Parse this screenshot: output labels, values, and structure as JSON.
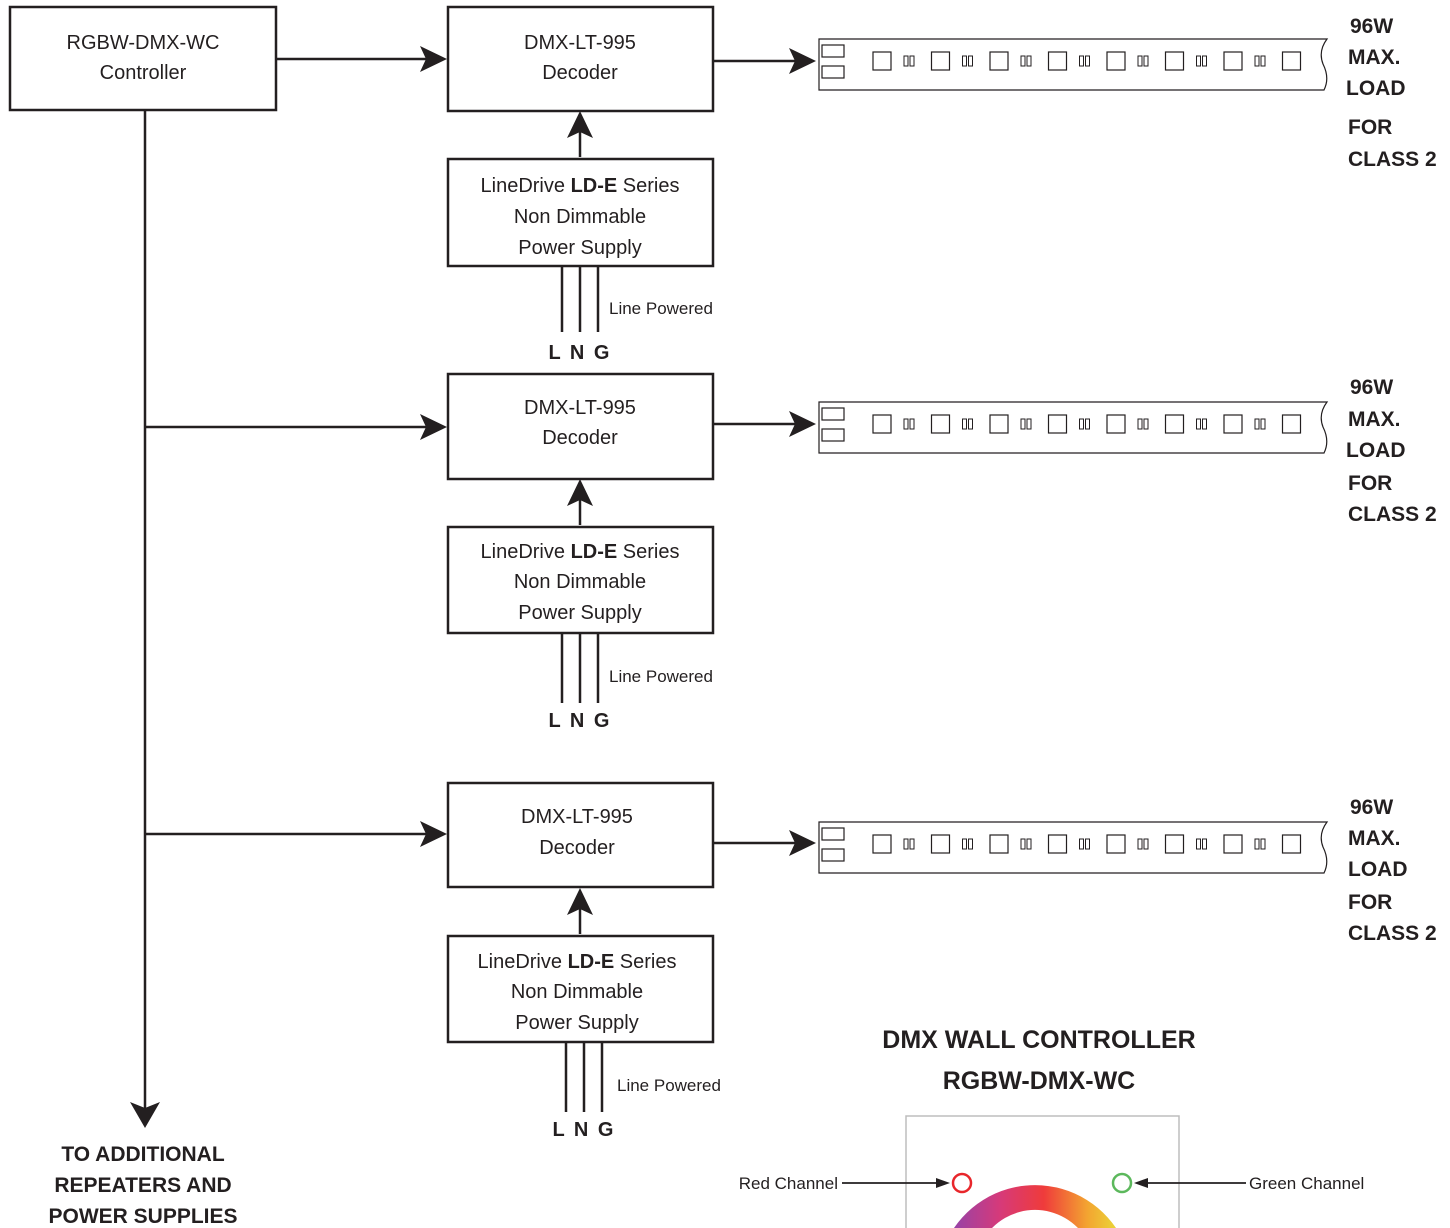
{
  "controller": {
    "line1": "RGBW-DMX-WC",
    "line2": "Controller"
  },
  "decoders": [
    {
      "line1": "DMX-LT-995",
      "line2": "Decoder"
    },
    {
      "line1": "DMX-LT-995",
      "line2": "Decoder"
    },
    {
      "line1": "DMX-LT-995",
      "line2": "Decoder"
    }
  ],
  "power_supplies": [
    {
      "line1_a": "LineDrive ",
      "line1_b": "LD-E",
      "line1_c": " Series",
      "line2": "Non Dimmable",
      "line3": "Power Supply",
      "powered": "Line Powered",
      "wires": "L N G"
    },
    {
      "line1_a": "LineDrive ",
      "line1_b": "LD-E",
      "line1_c": " Series",
      "line2": "Non Dimmable",
      "line3": "Power Supply",
      "powered": "Line Powered",
      "wires": "L N G"
    },
    {
      "line1_a": "LineDrive ",
      "line1_b": "LD-E",
      "line1_c": " Series",
      "line2": "Non Dimmable",
      "line3": "Power Supply",
      "powered": "Line Powered",
      "wires": "L N G"
    }
  ],
  "load_labels": [
    [
      "96W",
      "MAX.",
      "LOAD",
      "FOR",
      "CLASS 2"
    ],
    [
      "96W",
      "MAX.",
      "LOAD",
      "FOR",
      "CLASS 2"
    ],
    [
      "96W",
      "MAX.",
      "LOAD",
      "FOR",
      "CLASS 2"
    ]
  ],
  "additional": [
    "TO ADDITIONAL",
    "REPEATERS AND",
    "POWER SUPPLIES"
  ],
  "wall_controller": {
    "title1": "DMX WALL CONTROLLER",
    "title2": "RGBW-DMX-WC",
    "red_label": "Red Channel",
    "green_label": "Green Channel",
    "red_color": "#e8262b",
    "green_color": "#5cb85c"
  }
}
